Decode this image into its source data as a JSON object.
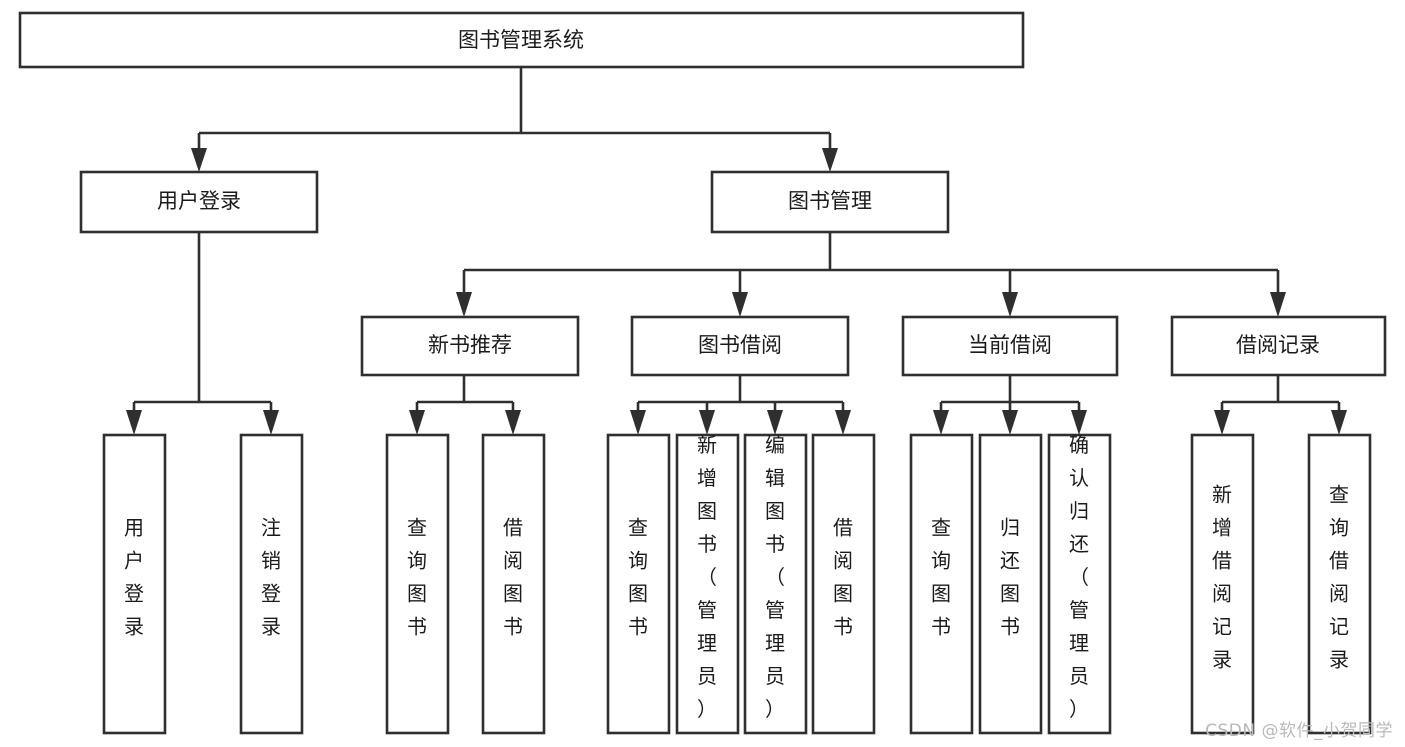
{
  "diagram": {
    "type": "tree-hierarchy",
    "title": "图书管理系统",
    "watermark": "CSDN @软件_小贺同学",
    "colors": {
      "stroke": "#2f2f2f",
      "fill": "#ffffff",
      "text": "#1b1b1b",
      "watermark": "#b9b9b9"
    },
    "levels": {
      "root": {
        "label": "图书管理系统"
      },
      "level2": [
        {
          "label": "用户登录"
        },
        {
          "label": "图书管理"
        }
      ],
      "level3": [
        {
          "label": "新书推荐"
        },
        {
          "label": "图书借阅"
        },
        {
          "label": "当前借阅"
        },
        {
          "label": "借阅记录"
        }
      ]
    },
    "groups": [
      {
        "parent": "用户登录",
        "leaves": [
          {
            "label": "用户登录"
          },
          {
            "label": "注销登录"
          }
        ]
      },
      {
        "parent": "新书推荐",
        "leaves": [
          {
            "label": "查询图书"
          },
          {
            "label": "借阅图书"
          }
        ]
      },
      {
        "parent": "图书借阅",
        "leaves": [
          {
            "label": "查询图书"
          },
          {
            "label": "新增图书（管理员）"
          },
          {
            "label": "编辑图书（管理员）"
          },
          {
            "label": "借阅图书"
          }
        ]
      },
      {
        "parent": "当前借阅",
        "leaves": [
          {
            "label": "查询图书"
          },
          {
            "label": "归还图书"
          },
          {
            "label": "确认归还（管理员）"
          }
        ]
      },
      {
        "parent": "借阅记录",
        "leaves": [
          {
            "label": "新增借阅记录"
          },
          {
            "label": "查询借阅记录"
          }
        ]
      }
    ]
  }
}
